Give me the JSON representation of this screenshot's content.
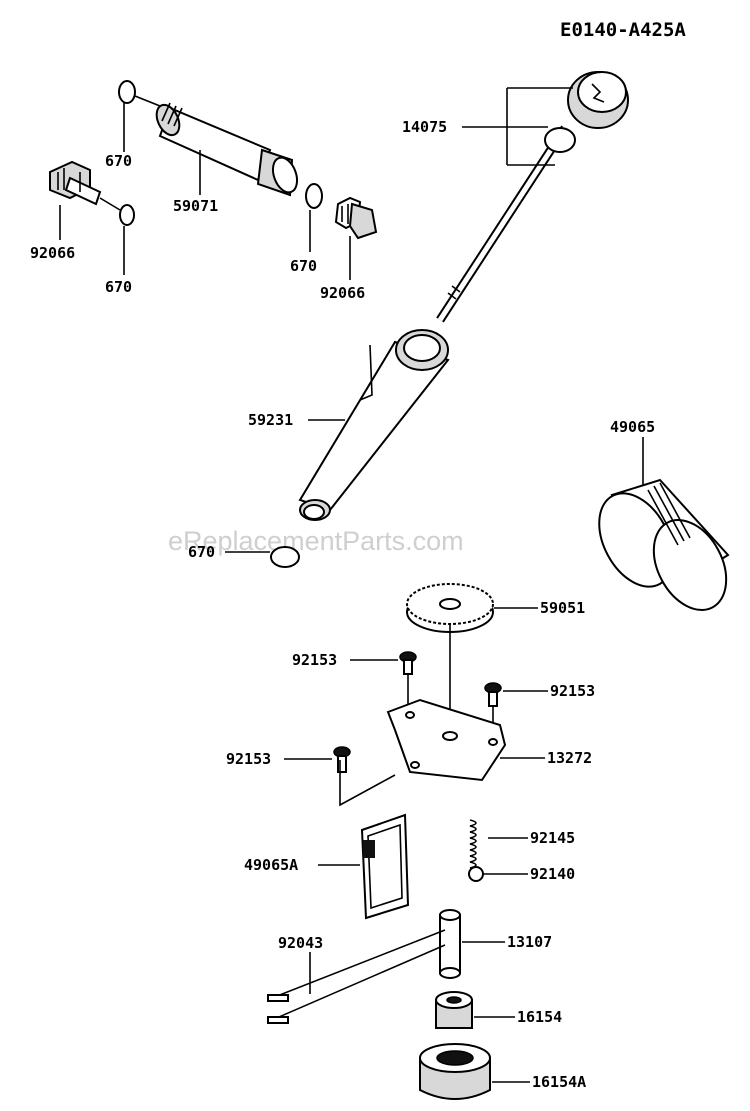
{
  "diagram": {
    "code": "E0140-A425A",
    "watermark": "eReplacementParts.com",
    "labels": {
      "l14075": "14075",
      "l670a": "670",
      "l59071": "59071",
      "l92066a": "92066",
      "l670b": "670",
      "l670c": "670",
      "l92066b": "92066",
      "l59231": "59231",
      "l49065": "49065",
      "l670d": "670",
      "l59051": "59051",
      "l92153a": "92153",
      "l92153b": "92153",
      "l92153c": "92153",
      "l13272": "13272",
      "l92145": "92145",
      "l49065A": "49065A",
      "l92140": "92140",
      "l92043": "92043",
      "l13107": "13107",
      "l16154": "16154",
      "l16154A": "16154A"
    }
  }
}
